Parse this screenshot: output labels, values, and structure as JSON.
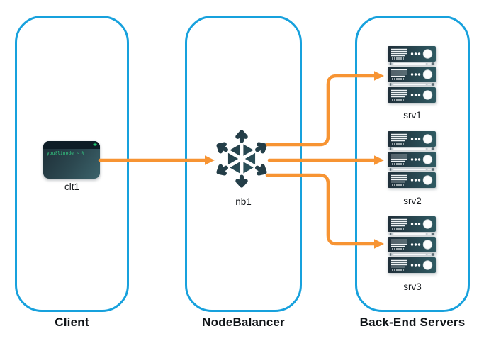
{
  "panels": [
    {
      "title": "Client"
    },
    {
      "title": "NodeBalancer"
    },
    {
      "title": "Back-End Servers"
    }
  ],
  "nodes": {
    "clt1": {
      "label": "clt1",
      "icon": "terminal-icon"
    },
    "nb1": {
      "label": "nb1",
      "icon": "nodebalancer-icon"
    },
    "srv1": {
      "label": "srv1",
      "icon": "server-stack-icon"
    },
    "srv2": {
      "label": "srv2",
      "icon": "server-stack-icon"
    },
    "srv3": {
      "label": "srv3",
      "icon": "server-stack-icon"
    }
  },
  "terminal": {
    "prompt": "you@linode ~ %",
    "new_tab_glyph": "+"
  },
  "connections": [
    {
      "from": "clt1",
      "to": "nb1"
    },
    {
      "from": "nb1",
      "to": "srv1"
    },
    {
      "from": "nb1",
      "to": "srv2"
    },
    {
      "from": "nb1",
      "to": "srv3"
    }
  ],
  "colors": {
    "panel_border": "#17a1dd",
    "arrow": "#f79433",
    "icon_teal_dark": "#20333e",
    "icon_teal_light": "#2f5e66",
    "terminal_green": "#35d386",
    "label_text": "#15181c"
  }
}
